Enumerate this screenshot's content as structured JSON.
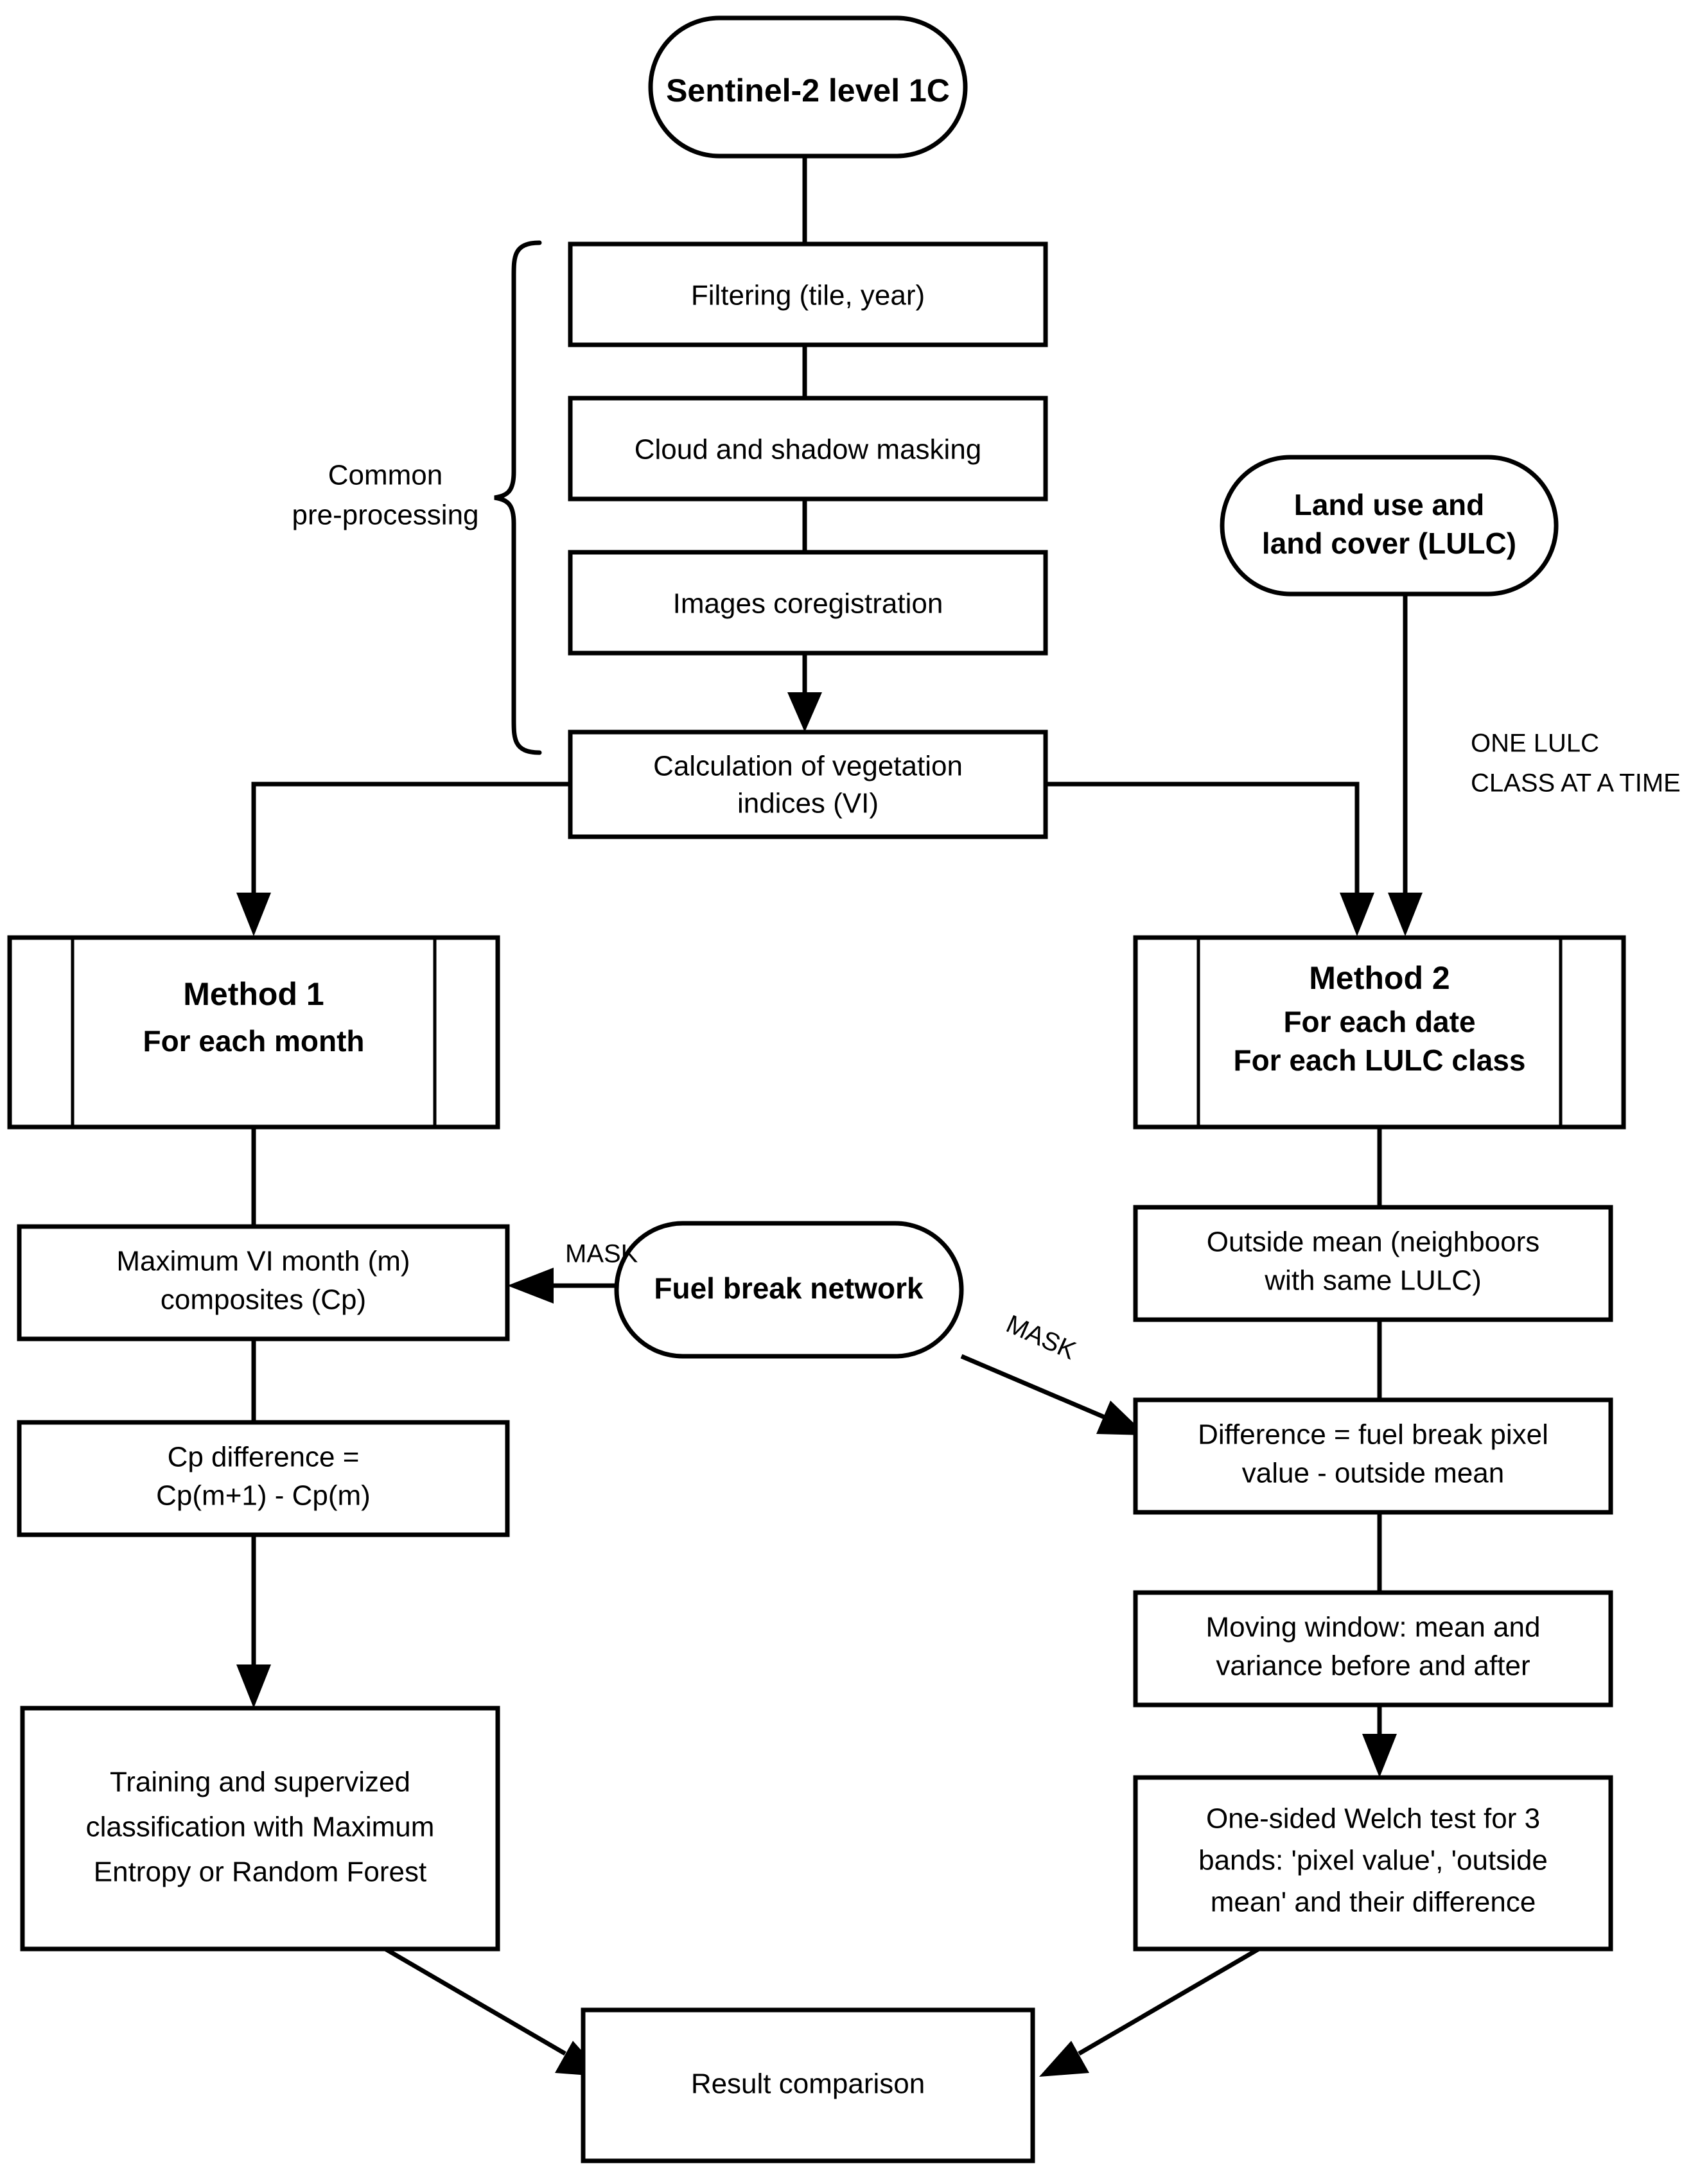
{
  "diagram": {
    "title": "Fuel break monitoring methodology flowchart",
    "colors": {
      "stroke": "#000000",
      "fill": "#ffffff"
    },
    "nodes": {
      "sentinel": {
        "label": "Sentinel-2 level 1C",
        "shape": "stadium"
      },
      "filtering": {
        "label": "Filtering (tile, year)",
        "shape": "process"
      },
      "cloud_mask": {
        "label": "Cloud and shadow masking",
        "shape": "process"
      },
      "coregistration": {
        "label": "Images coregistration",
        "shape": "process"
      },
      "vegetation_indices": {
        "line1": "Calculation of vegetation",
        "line2": "indices (VI)",
        "shape": "process"
      },
      "lulc": {
        "line1": "Land use and",
        "line2": "land cover (LULC)",
        "shape": "stadium"
      },
      "method1": {
        "title": "Method 1",
        "line2": "For each month",
        "shape": "predefined-process"
      },
      "method2": {
        "title": "Method 2",
        "line2": "For each date",
        "line3": "For each LULC class",
        "shape": "predefined-process"
      },
      "max_vi": {
        "line1": "Maximum VI month (m)",
        "line2": "composites (Cp)",
        "shape": "process"
      },
      "cp_difference": {
        "line1": "Cp difference =",
        "line2": "Cp(m+1) - Cp(m)",
        "shape": "process"
      },
      "training": {
        "line1": "Training and supervized",
        "line2": "classification with Maximum",
        "line3": "Entropy or Random Forest",
        "shape": "process"
      },
      "fuel_break": {
        "label": "Fuel break network",
        "shape": "stadium"
      },
      "outside_mean": {
        "line1": "Outside mean (neighboors",
        "line2": "with same LULC)",
        "shape": "process"
      },
      "difference": {
        "line1": "Difference =  fuel break pixel",
        "line2": "value - outside mean",
        "shape": "process"
      },
      "moving_window": {
        "line1": "Moving window: mean and",
        "line2": "variance before and after",
        "shape": "process"
      },
      "welch_test": {
        "line1": "One-sided Welch test for 3",
        "line2": "bands: 'pixel value', 'outside",
        "line3": "mean' and their difference",
        "shape": "process"
      },
      "result_comparison": {
        "label": "Result comparison",
        "shape": "process"
      }
    },
    "annotations": {
      "common_preprocessing": {
        "line1": "Common",
        "line2": "pre-processing"
      },
      "one_lulc": {
        "line1": "ONE LULC",
        "line2": "CLASS AT A TIME"
      },
      "mask_left": "MASK",
      "mask_right": "MASK"
    }
  }
}
